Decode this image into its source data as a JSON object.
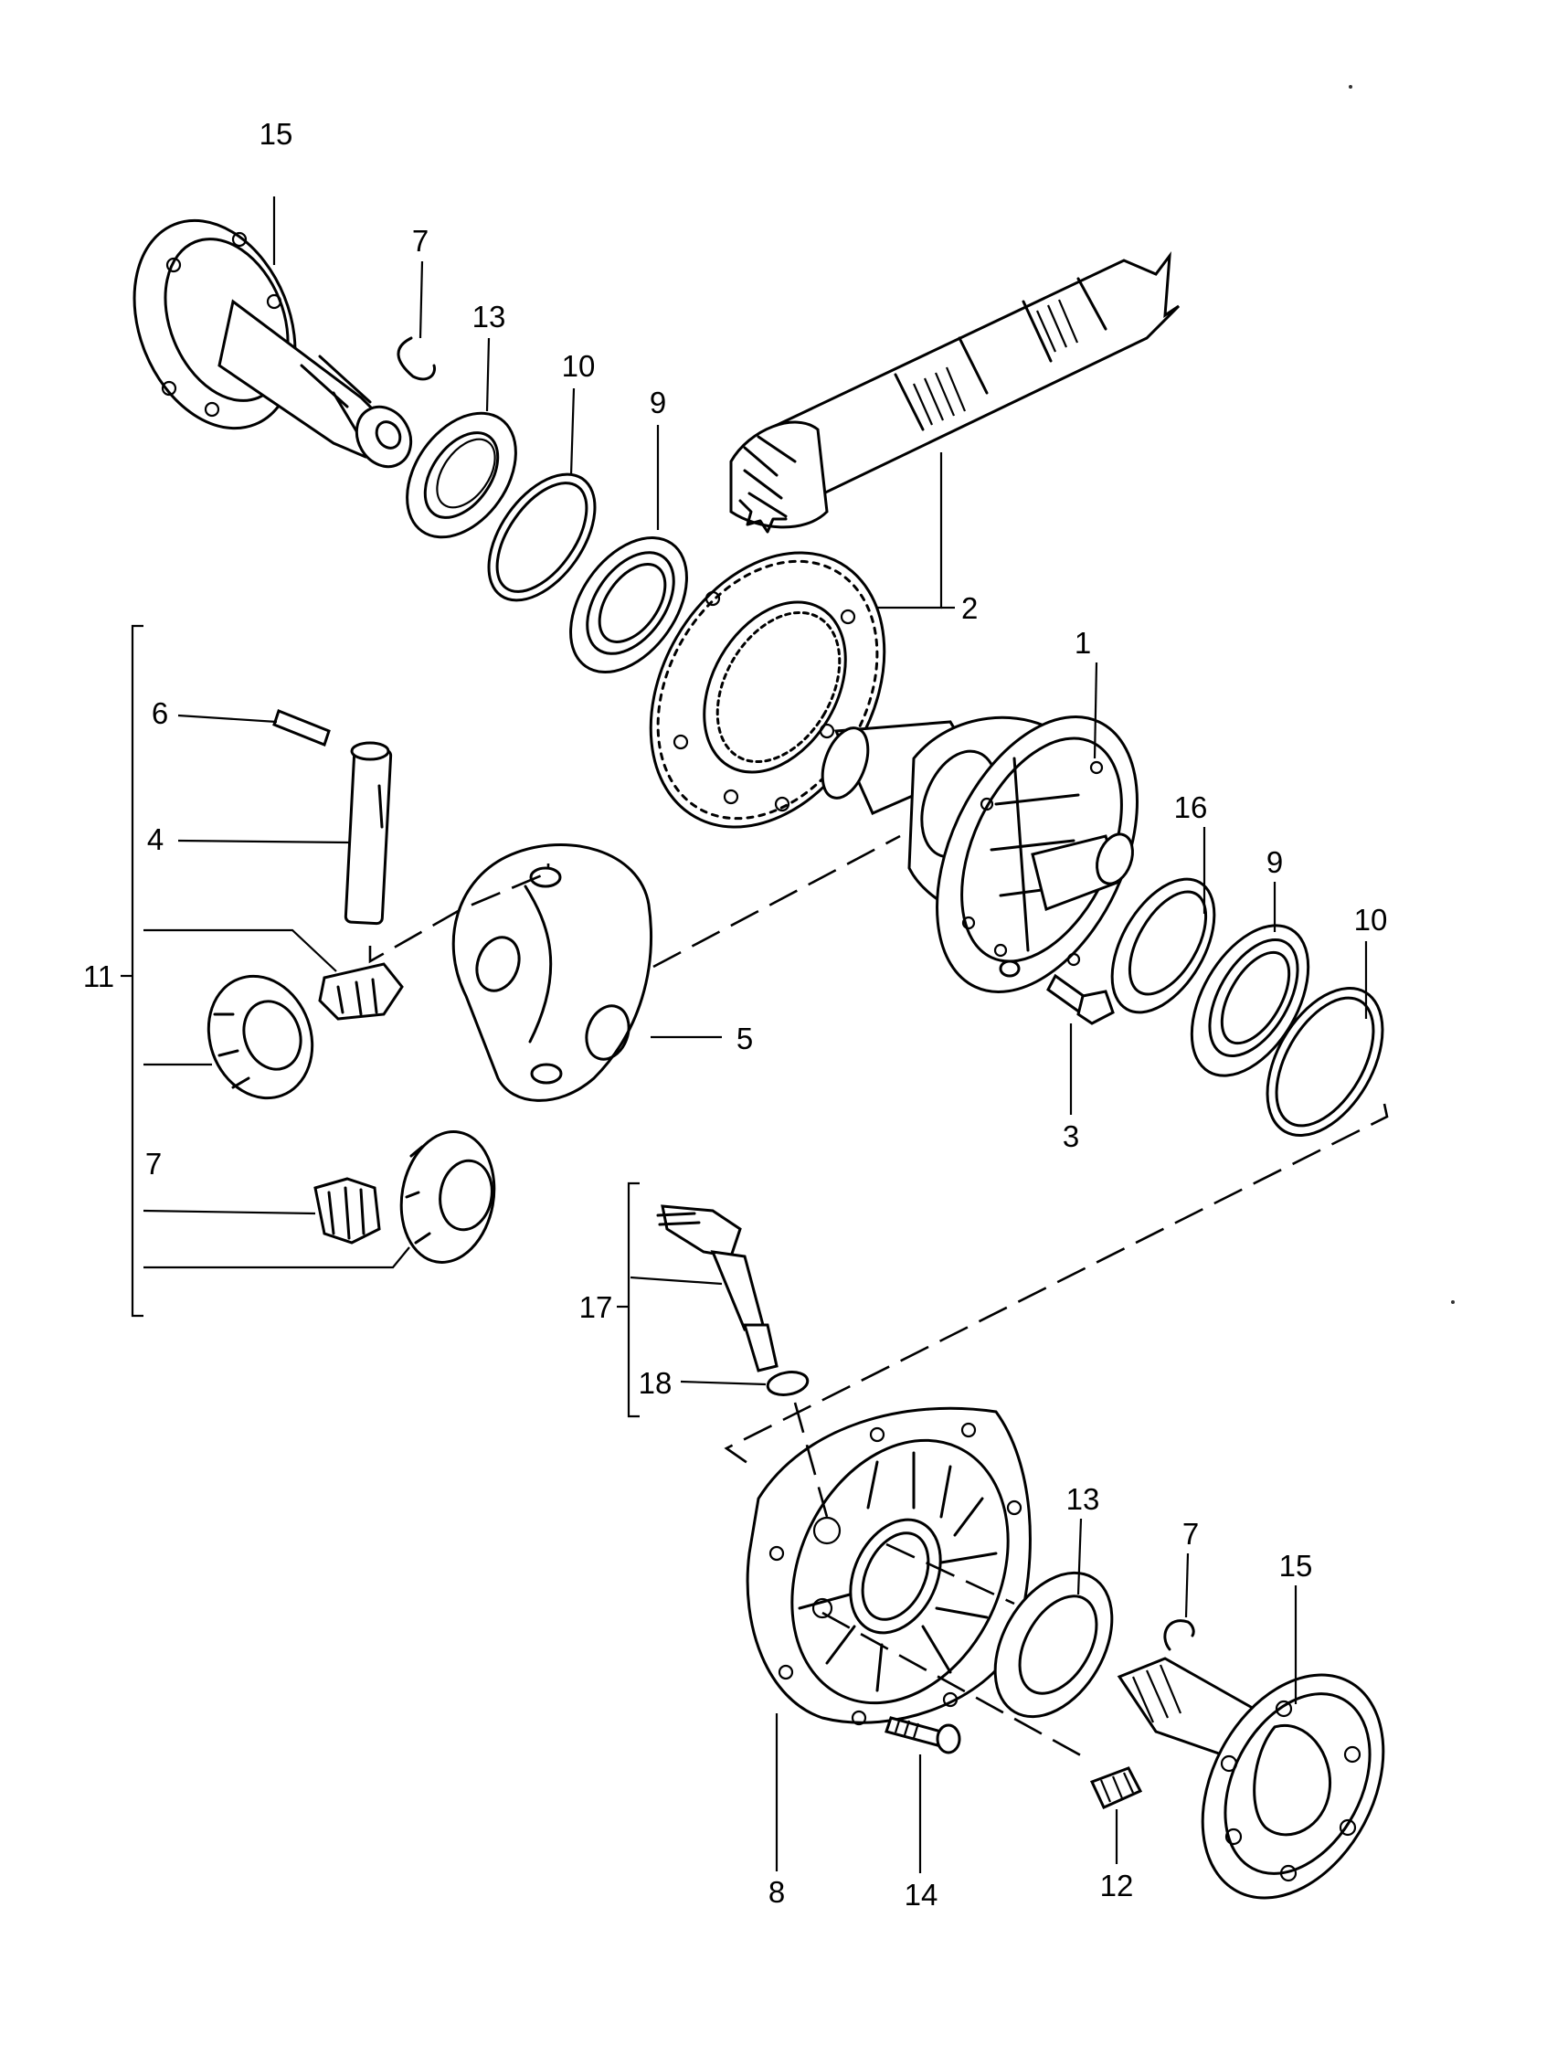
{
  "diagram": {
    "callouts": [
      {
        "key": "15a",
        "text": "15"
      },
      {
        "key": "7a",
        "text": "7"
      },
      {
        "key": "13a",
        "text": "13"
      },
      {
        "key": "10a",
        "text": "10"
      },
      {
        "key": "9a",
        "text": "9"
      },
      {
        "key": "2",
        "text": "2"
      },
      {
        "key": "1",
        "text": "1"
      },
      {
        "key": "6",
        "text": "6"
      },
      {
        "key": "4",
        "text": "4"
      },
      {
        "key": "11",
        "text": "11"
      },
      {
        "key": "5",
        "text": "5"
      },
      {
        "key": "7b",
        "text": "7"
      },
      {
        "key": "16",
        "text": "16"
      },
      {
        "key": "9b",
        "text": "9"
      },
      {
        "key": "10b",
        "text": "10"
      },
      {
        "key": "3",
        "text": "3"
      },
      {
        "key": "17",
        "text": "17"
      },
      {
        "key": "18",
        "text": "18"
      },
      {
        "key": "13b",
        "text": "13"
      },
      {
        "key": "7c",
        "text": "7"
      },
      {
        "key": "15b",
        "text": "15"
      },
      {
        "key": "8",
        "text": "8"
      },
      {
        "key": "14",
        "text": "14"
      },
      {
        "key": "12",
        "text": "12"
      }
    ]
  }
}
